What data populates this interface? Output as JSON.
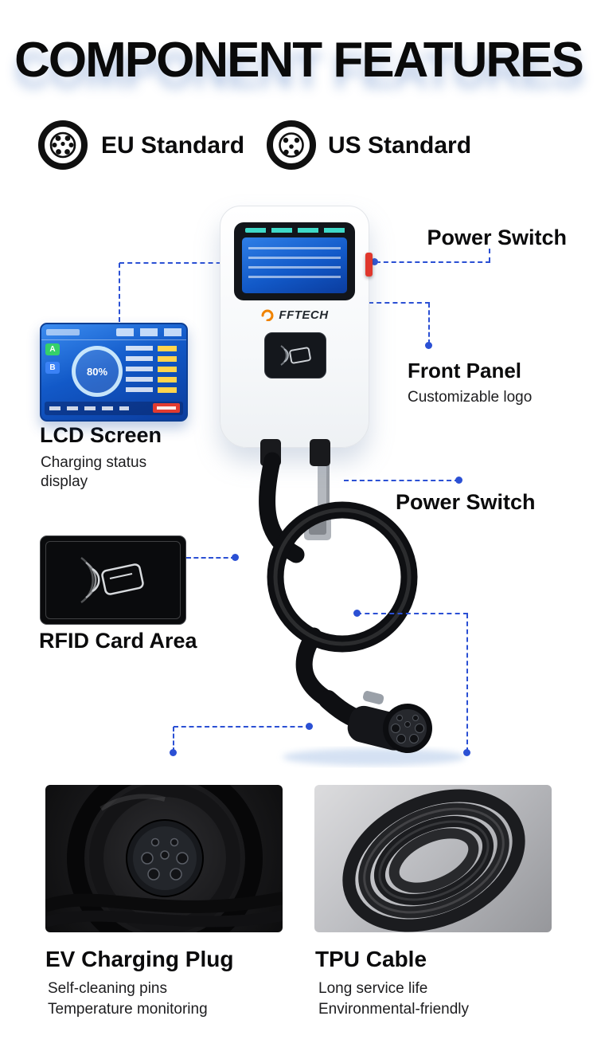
{
  "title": "COMPONENT FEATURES",
  "standards": [
    {
      "label": "EU Standard",
      "icon": "eu-connector-icon"
    },
    {
      "label": "US Standard",
      "icon": "us-connector-icon"
    }
  ],
  "device": {
    "brand": "FFTECH",
    "lcd": {
      "percent": "80%",
      "badge_a": "A",
      "badge_b": "B"
    }
  },
  "callouts": {
    "power_switch_top": "Power Switch",
    "front_panel_title": "Front Panel",
    "front_panel_sub": "Customizable logo",
    "power_switch_mid": "Power Switch",
    "lcd_title": "LCD Screen",
    "lcd_sub_line1": "Charging status",
    "lcd_sub_line2": "display",
    "rfid_title": "RFID Card Area"
  },
  "bottom_features": [
    {
      "title": "EV Charging Plug",
      "lines": [
        "Self-cleaning pins",
        "Temperature monitoring"
      ]
    },
    {
      "title": "TPU Cable",
      "lines": [
        "Long service life",
        "Environmental-friendly"
      ]
    }
  ],
  "colors": {
    "callout_blue": "#2b50d4",
    "switch_red": "#e0372c",
    "lcd_screen_blue": "#1259c8",
    "lcd_teal": "#3fd9c8",
    "brand_orange": "#f08300"
  }
}
